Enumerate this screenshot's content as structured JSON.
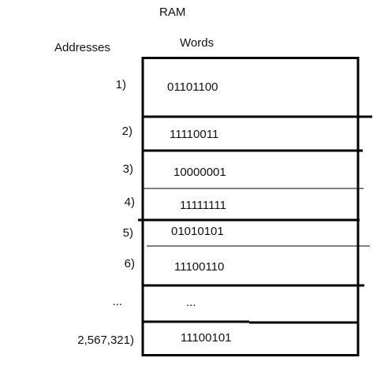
{
  "title": "RAM",
  "addresses_header": "Addresses",
  "words_header": "Words",
  "rows": [
    {
      "address": "1)",
      "word": "01101100"
    },
    {
      "address": "2)",
      "word": "11110011"
    },
    {
      "address": "3)",
      "word": "10000001"
    },
    {
      "address": "4)",
      "word": "11111111"
    },
    {
      "address": "5)",
      "word": "01010101"
    },
    {
      "address": "6)",
      "word": "11100110"
    },
    {
      "address": "...",
      "word": "..."
    },
    {
      "address": "2,567,321)",
      "word": "11100101"
    }
  ]
}
